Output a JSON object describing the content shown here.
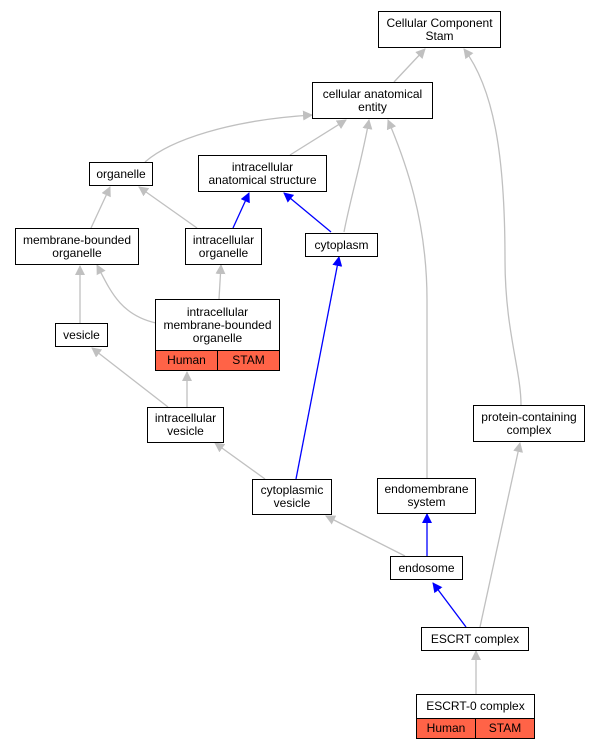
{
  "colors": {
    "gray_edge": "#c0c0c0",
    "blue_edge": "#0000ff",
    "highlight": "#ff6347",
    "border": "#000000"
  },
  "nodes": {
    "root": "Cellular Component\nStam",
    "cae": "cellular anatomical\nentity",
    "organelle": "organelle",
    "ias": "intracellular\nanatomical structure",
    "mbo": "membrane-bounded\norganelle",
    "io": "intracellular\norganelle",
    "cytoplasm": "cytoplasm",
    "imbo": "intracellular\nmembrane-bounded\norganelle",
    "vesicle": "vesicle",
    "iv": "intracellular\nvesicle",
    "pcc": "protein-containing\ncomplex",
    "cv": "cytoplasmic\nvesicle",
    "ems": "endomembrane\nsystem",
    "endosome": "endosome",
    "escrt": "ESCRT complex",
    "escrt0": "ESCRT-0 complex"
  },
  "tags": {
    "imbo": [
      "Human",
      "STAM"
    ],
    "escrt0": [
      "Human",
      "STAM"
    ]
  }
}
